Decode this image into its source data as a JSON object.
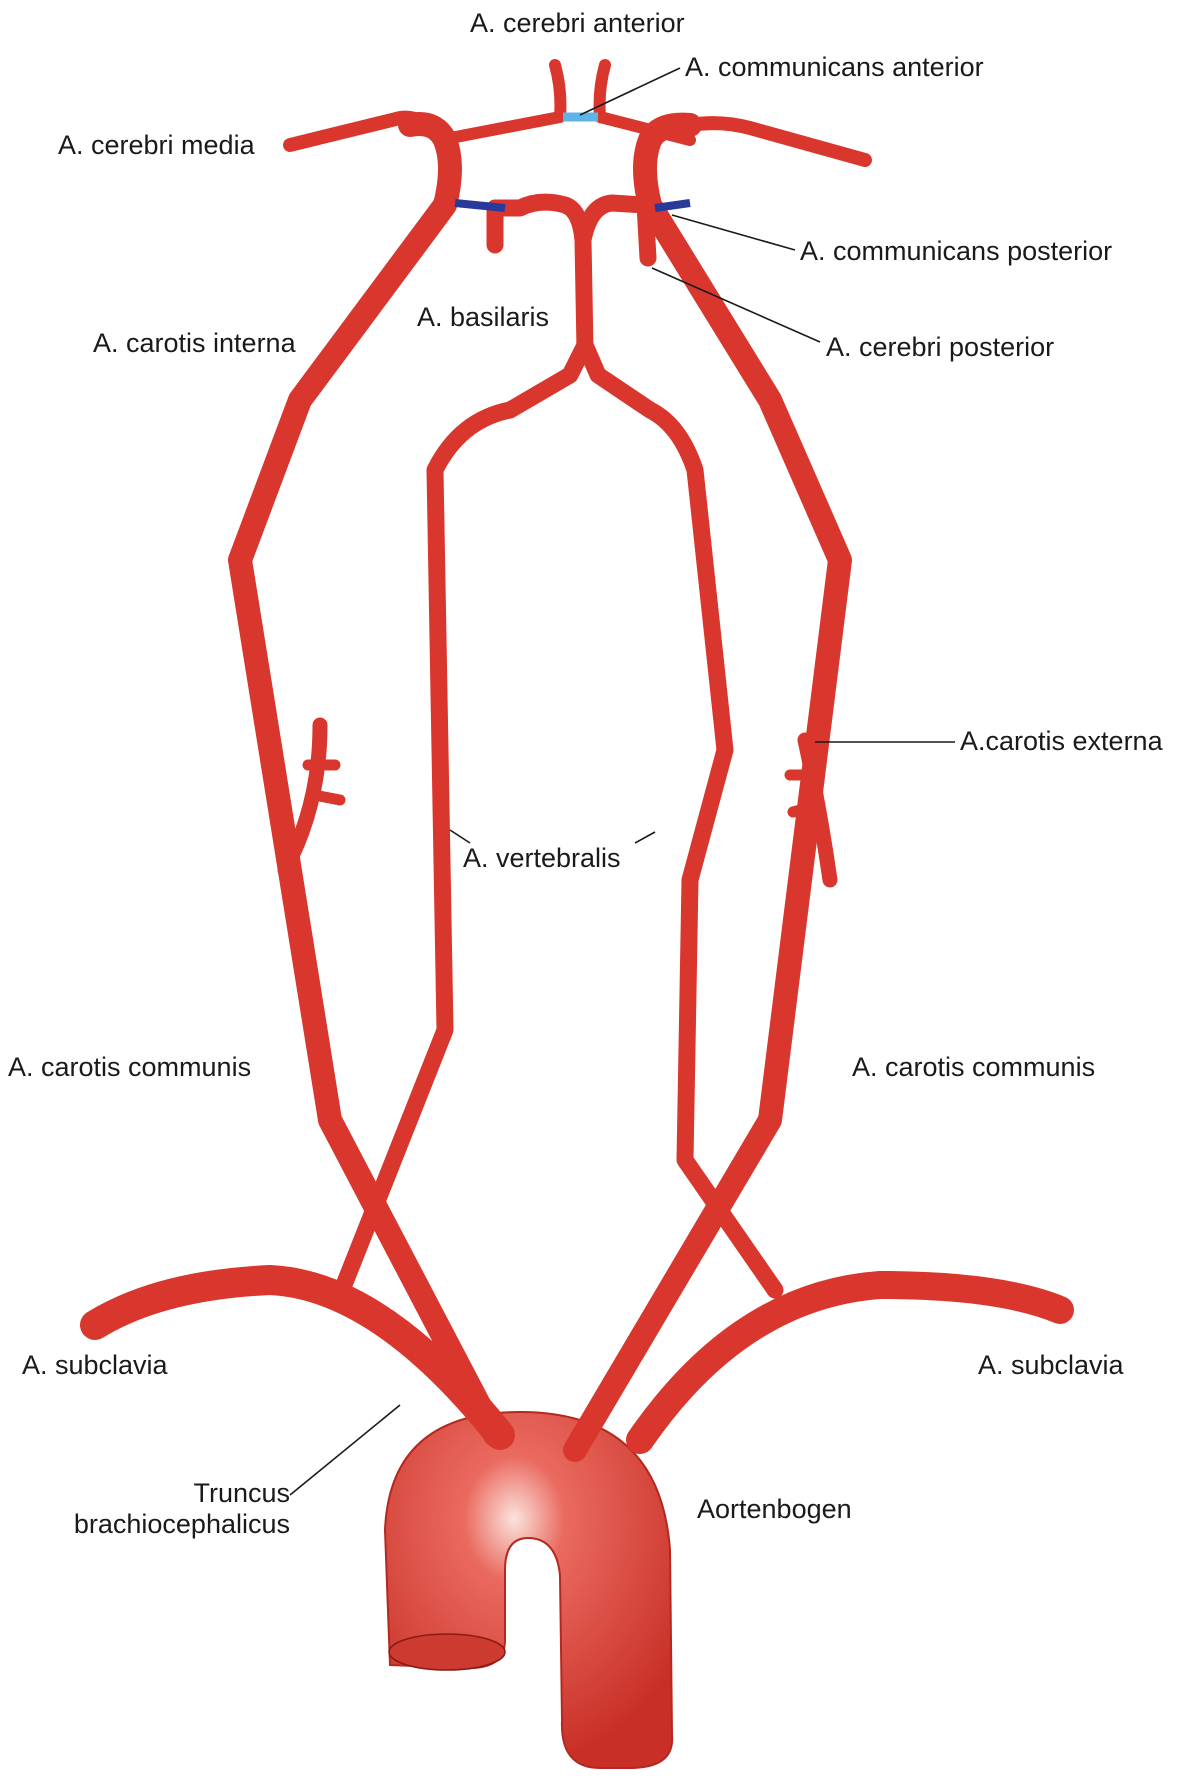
{
  "colors": {
    "artery": "#d9372e",
    "artery_dark": "#b52820",
    "artery_highlight": "#f7c8c0",
    "communicans_anterior": "#5fb4e6",
    "communicans_posterior": "#283a9a",
    "label_text": "#1a1a1a",
    "background": "#ffffff"
  },
  "labels": {
    "cerebri_anterior": "A. cerebri anterior",
    "communicans_anterior": "A. communicans anterior",
    "cerebri_media": "A. cerebri media",
    "communicans_posterior": "A. communicans posterior",
    "basilaris": "A. basilaris",
    "carotis_interna": "A. carotis interna",
    "cerebri_posterior": "A. cerebri posterior",
    "carotis_externa": "A.carotis externa",
    "vertebralis": "A. vertebralis",
    "carotis_communis_left": "A. carotis communis",
    "carotis_communis_right": "A. carotis communis",
    "subclavia_left": "A. subclavia",
    "subclavia_right": "A. subclavia",
    "truncus_line1": "Truncus",
    "truncus_line2": "brachiocephalicus",
    "aortenbogen": "Aortenbogen"
  }
}
